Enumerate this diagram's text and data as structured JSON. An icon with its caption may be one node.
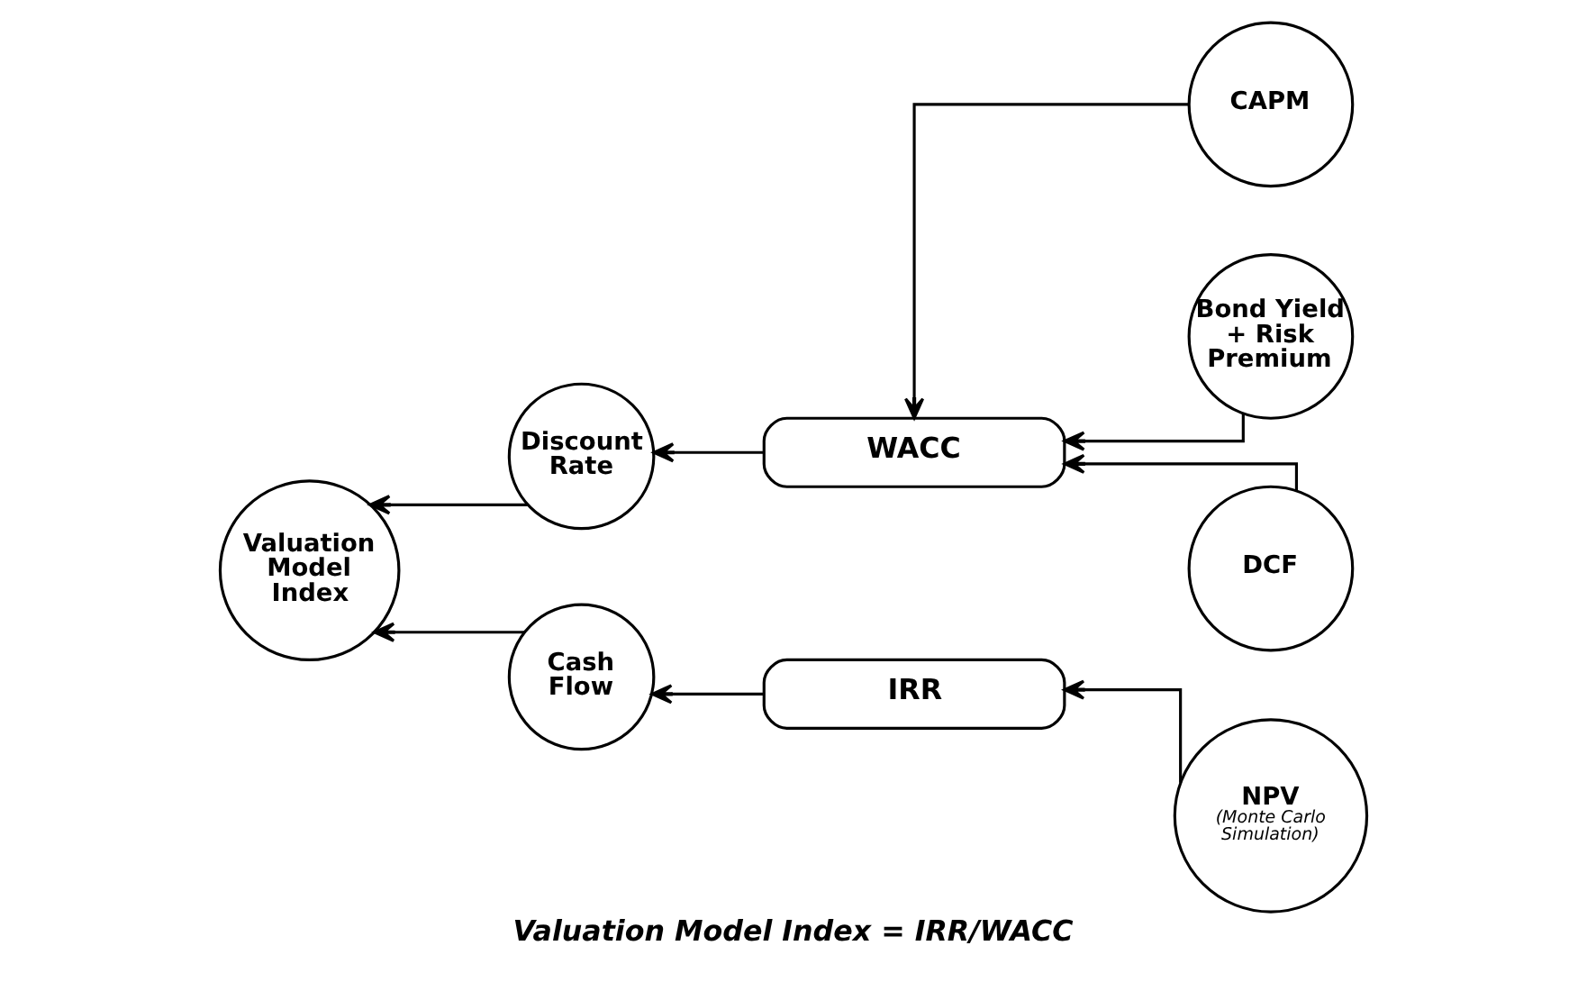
{
  "diagram": {
    "caption": "Valuation Model Index = IRR/WACC",
    "nodes": [
      {
        "text": [
          "Valuation Model Index"
        ]
      },
      {
        "text": [
          "Discount Rate"
        ]
      },
      {
        "text": [
          "Cash Flow"
        ]
      },
      {
        "text": [
          "WACC"
        ]
      },
      {
        "text": [
          "IRR"
        ]
      },
      {
        "text": [
          "CAPM"
        ]
      },
      {
        "text": [
          "Bond Yield + Risk Premium"
        ]
      },
      {
        "text": [
          "DCF"
        ]
      },
      {
        "text": [
          "NPV",
          "(Monte Carlo Simulation)"
        ]
      }
    ],
    "edges": [
      {
        "from": 5,
        "to": 3,
        "arrow": "to"
      },
      {
        "from": 6,
        "to": 3,
        "arrow": "to"
      },
      {
        "from": 7,
        "to": 3,
        "arrow": "to"
      },
      {
        "from": 3,
        "to": 1,
        "arrow": "to"
      },
      {
        "from": 8,
        "to": 4,
        "arrow": "to"
      },
      {
        "from": 4,
        "to": 2,
        "arrow": "to"
      },
      {
        "from": 1,
        "to": 0,
        "arrow": "to"
      },
      {
        "from": 2,
        "to": 0,
        "arrow": "to"
      }
    ]
  }
}
